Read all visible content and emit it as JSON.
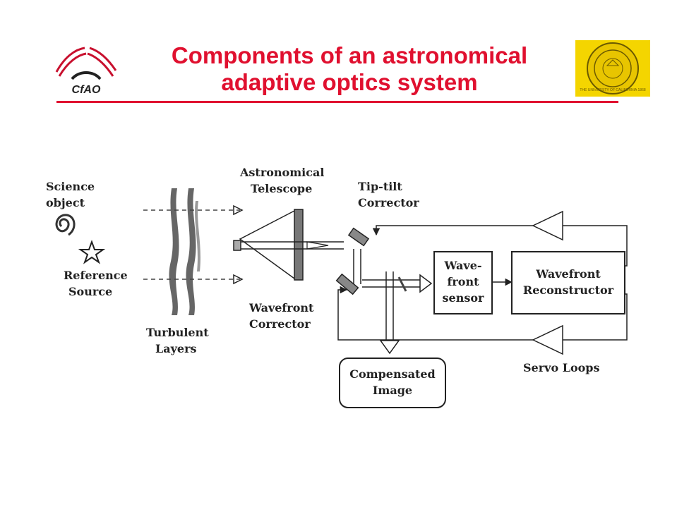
{
  "slide": {
    "title_line1": "Components of an astronomical",
    "title_line2": "adaptive optics system",
    "logo_text": "CfAO",
    "seal_text": "THE UNIVERSITY OF CALIFORNIA 1868",
    "accent_color": "#e0102f",
    "seal_color": "#f4d500"
  },
  "diagram": {
    "science_object": [
      "Science",
      "object"
    ],
    "reference_source": [
      "Reference",
      "Source"
    ],
    "turbulent_layers": [
      "Turbulent",
      "Layers"
    ],
    "telescope": [
      "Astronomical",
      "Telescope"
    ],
    "tip_tilt": [
      "Tip-tilt",
      "Corrector"
    ],
    "wavefront_corrector": [
      "Wavefront",
      "Corrector"
    ],
    "wavefront_sensor": [
      "Wave-",
      "front",
      "sensor"
    ],
    "reconstructor": [
      "Wavefront",
      "Reconstructor"
    ],
    "compensated_image": [
      "Compensated",
      "Image"
    ],
    "servo_loops": "Servo Loops"
  }
}
